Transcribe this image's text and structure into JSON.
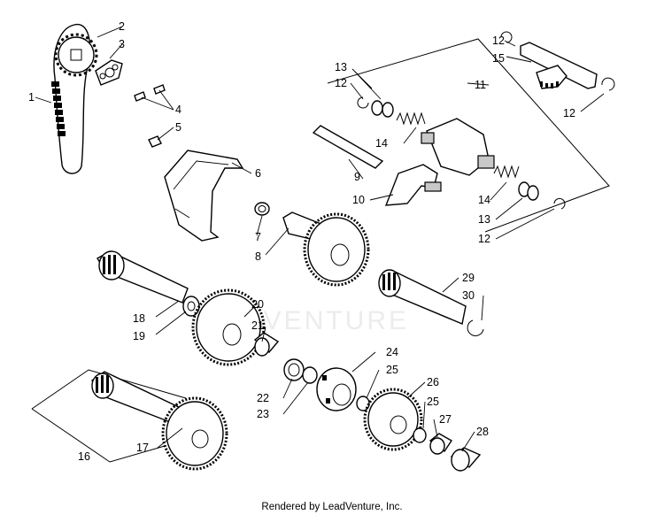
{
  "diagram": {
    "callouts": {
      "c1": "1",
      "c2": "2",
      "c3": "3",
      "c4": "4",
      "c5": "5",
      "c6": "6",
      "c7": "7",
      "c8": "8",
      "c9": "9",
      "c10": "10",
      "c11": "11",
      "c12a": "12",
      "c12b": "12",
      "c12c": "12",
      "c12d": "12",
      "c13a": "13",
      "c13b": "13",
      "c14a": "14",
      "c14b": "14",
      "c15": "15",
      "c16": "16",
      "c17": "17",
      "c18": "18",
      "c19": "19",
      "c20": "20",
      "c21": "21",
      "c22": "22",
      "c23": "23",
      "c24": "24",
      "c25a": "25",
      "c25b": "25",
      "c26": "26",
      "c27": "27",
      "c28": "28",
      "c29": "29",
      "c30": "30"
    },
    "watermark": "ADVENTURE",
    "footer": "Rendered by LeadVenture, Inc."
  }
}
